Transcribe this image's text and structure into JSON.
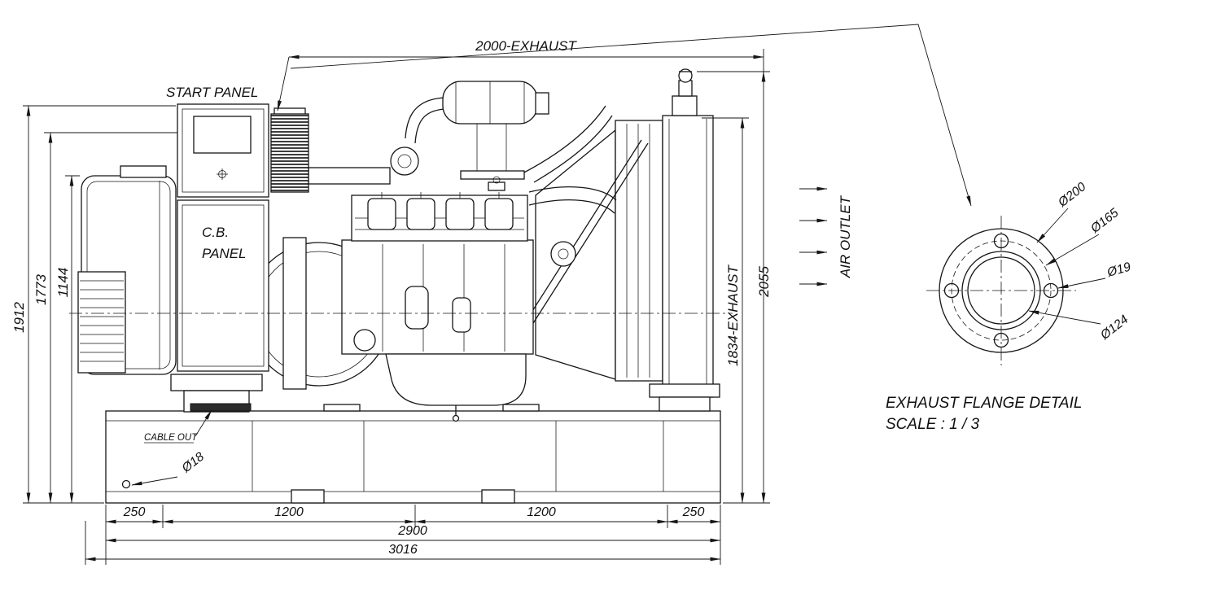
{
  "main_view": {
    "labels": {
      "start_panel": "START PANEL",
      "cb_line1": "C.B.",
      "cb_line2": "PANEL",
      "cable_out": "CABLE OUT",
      "air_outlet": "AIR OUTLET"
    },
    "dims": {
      "top_exhaust": "2000-EXHAUST",
      "h_overall": "1912",
      "h_mid": "1773",
      "h_alt": "1144",
      "h_right_overall": "2055",
      "h_exhaust": "1834-EXHAUST",
      "seg_250_left": "250",
      "seg_1200_left": "1200",
      "seg_1200_right": "1200",
      "seg_250_right": "250",
      "base_width": "2900",
      "overall_length": "3016",
      "base_hole_dia": "Ø18"
    }
  },
  "detail_view": {
    "title": "EXHAUST FLANGE DETAIL",
    "scale": "SCALE : 1 / 3",
    "dims": {
      "outer_dia": "Ø200",
      "bolt_circle_dia": "Ø165",
      "bolt_hole_dia": "Ø19",
      "bore_dia": "Ø124"
    }
  }
}
